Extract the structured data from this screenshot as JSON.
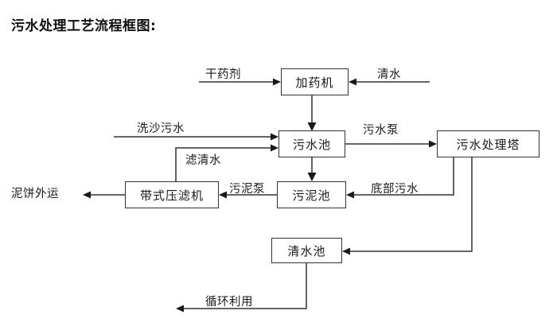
{
  "title": "污水处理工艺流程框图:",
  "nodes": {
    "dosing_machine": "加药机",
    "wastewater_pool": "污水池",
    "treatment_tower": "污水处理塔",
    "belt_filter_press": "带式压滤机",
    "sludge_pool": "污泥池",
    "clear_water_pool": "清水池"
  },
  "edge_labels": {
    "dry_chemical": "干药剂",
    "clean_water": "清水",
    "sand_wash_wastewater": "洗沙污水",
    "filtered_clear_water": "滤清水",
    "sewage_pump": "污水泵",
    "sludge_pump": "污泥泵",
    "bottom_wastewater": "底部污水",
    "recycle_use": "循环利用",
    "mud_cake_outbound": "泥饼外运"
  },
  "colors": {
    "stroke": "#333333",
    "text": "#1a1a1a",
    "background": "#ffffff"
  }
}
